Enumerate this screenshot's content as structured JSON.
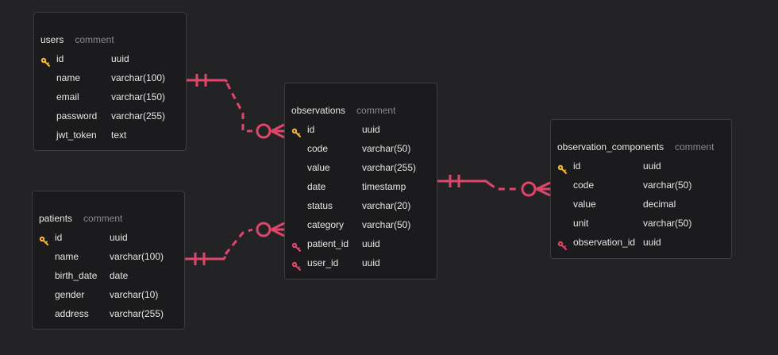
{
  "colors": {
    "background": "#232326",
    "entity_bg": "#1b1b1d",
    "entity_border": "#3c3c40",
    "relation": "#e0456a",
    "pk_key": "#f4b731",
    "fk_key": "#e0456a",
    "text": "#e6e6e6",
    "comment": "#8a8a8e"
  },
  "entities": [
    {
      "id": "users",
      "name": "users",
      "comment": "comment",
      "fields": [
        {
          "name": "id",
          "type": "uuid",
          "key": "key-icon"
        },
        {
          "name": "name",
          "type": "varchar(100)",
          "key": ""
        },
        {
          "name": "email",
          "type": "varchar(150)",
          "key": ""
        },
        {
          "name": "password",
          "type": "varchar(255)",
          "key": ""
        },
        {
          "name": "jwt_token",
          "type": "text",
          "key": ""
        }
      ]
    },
    {
      "id": "patients",
      "name": "patients",
      "comment": "comment",
      "fields": [
        {
          "name": "id",
          "type": "uuid",
          "key": "key-icon"
        },
        {
          "name": "name",
          "type": "varchar(100)",
          "key": ""
        },
        {
          "name": "birth_date",
          "type": "date",
          "key": ""
        },
        {
          "name": "gender",
          "type": "varchar(10)",
          "key": ""
        },
        {
          "name": "address",
          "type": "varchar(255)",
          "key": ""
        }
      ]
    },
    {
      "id": "observations",
      "name": "observations",
      "comment": "comment",
      "fields": [
        {
          "name": "id",
          "type": "uuid",
          "key": "key-icon"
        },
        {
          "name": "code",
          "type": "varchar(50)",
          "key": ""
        },
        {
          "name": "value",
          "type": "varchar(255)",
          "key": ""
        },
        {
          "name": "date",
          "type": "timestamp",
          "key": ""
        },
        {
          "name": "status",
          "type": "varchar(20)",
          "key": ""
        },
        {
          "name": "category",
          "type": "varchar(50)",
          "key": ""
        },
        {
          "name": "patient_id",
          "type": "uuid",
          "key": "foreign-key-icon"
        },
        {
          "name": "user_id",
          "type": "uuid",
          "key": "foreign-key-icon"
        }
      ]
    },
    {
      "id": "observation_components",
      "name": "observation_components",
      "comment": "comment",
      "fields": [
        {
          "name": "id",
          "type": "uuid",
          "key": "key-icon"
        },
        {
          "name": "code",
          "type": "varchar(50)",
          "key": ""
        },
        {
          "name": "value",
          "type": "decimal",
          "key": ""
        },
        {
          "name": "unit",
          "type": "varchar(50)",
          "key": ""
        },
        {
          "name": "observation_id",
          "type": "uuid",
          "key": "foreign-key-icon"
        }
      ]
    }
  ],
  "relations": [
    {
      "from": "users.id",
      "to": "observations.user_id",
      "from_cardinality": "one-and-only-one",
      "to_cardinality": "zero-or-many"
    },
    {
      "from": "patients.id",
      "to": "observations.patient_id",
      "from_cardinality": "one-and-only-one",
      "to_cardinality": "zero-or-many"
    },
    {
      "from": "observations.id",
      "to": "observation_components.observation_id",
      "from_cardinality": "one-and-only-one",
      "to_cardinality": "zero-or-many"
    }
  ]
}
